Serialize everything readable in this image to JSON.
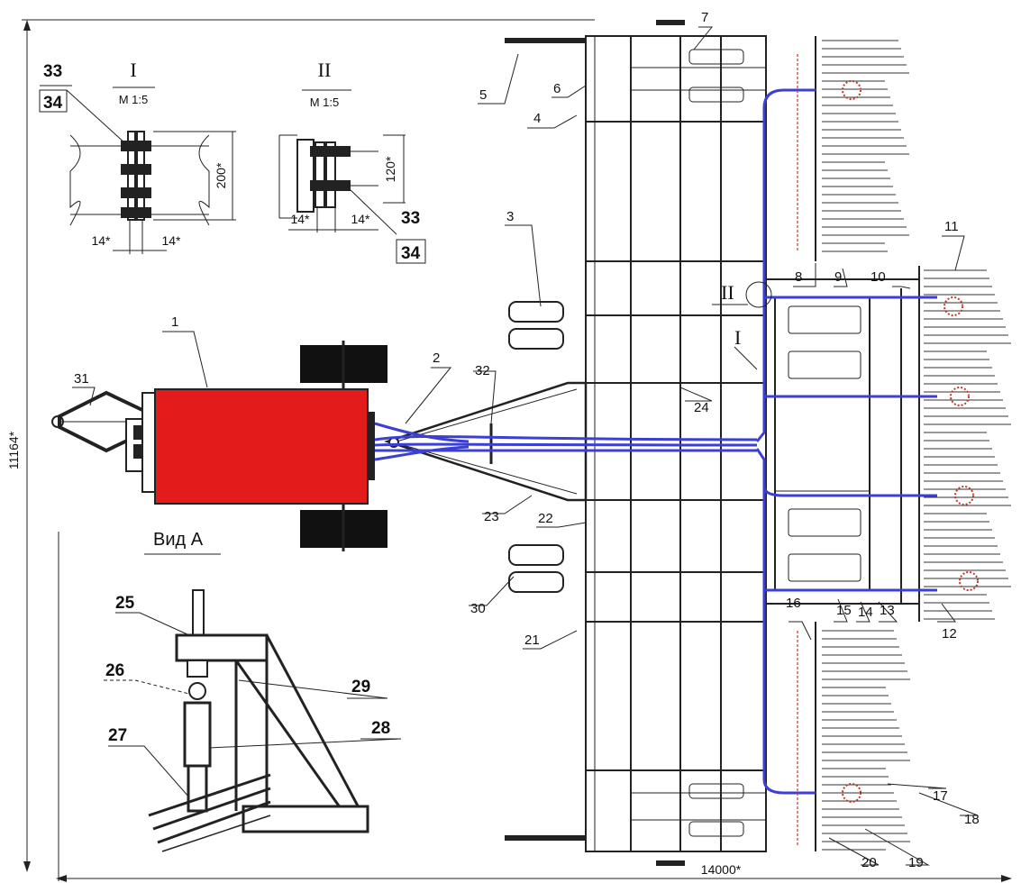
{
  "view_label": "Вид А",
  "overall_dimensions": {
    "height": "11164*",
    "width": "14000*"
  },
  "detail_I": {
    "roman": "I",
    "scale": "M 1:5",
    "dim_height": "200*",
    "dim_left": "14*",
    "dim_right": "14*"
  },
  "detail_II": {
    "roman": "II",
    "scale": "M 1:5",
    "dim_height": "120*",
    "dim_left": "14*",
    "dim_right": "14*"
  },
  "section_marks": {
    "roman_I": "I",
    "roman_II": "II"
  },
  "colors": {
    "tractor_body": "#e31b1b",
    "hydraulic_lines": "#3b3fd6",
    "frame": "#222222",
    "tyres": "#111111"
  },
  "callouts": {
    "c1": "1",
    "c2": "2",
    "c3": "3",
    "c4": "4",
    "c5": "5",
    "c6": "6",
    "c7": "7",
    "c8": "8",
    "c9": "9",
    "c10": "10",
    "c11": "11",
    "c12": "12",
    "c13": "13",
    "c14": "14",
    "c15": "15",
    "c16": "16",
    "c17": "17",
    "c18": "18",
    "c19": "19",
    "c20": "20",
    "c21": "21",
    "c22": "22",
    "c23": "23",
    "c24": "24",
    "c25": "25",
    "c26": "26",
    "c27": "27",
    "c28": "28",
    "c29": "29",
    "c30": "30",
    "c31": "31",
    "c32": "32",
    "c33": "33",
    "c34": "34",
    "c33b": "33",
    "c34b": "34"
  }
}
